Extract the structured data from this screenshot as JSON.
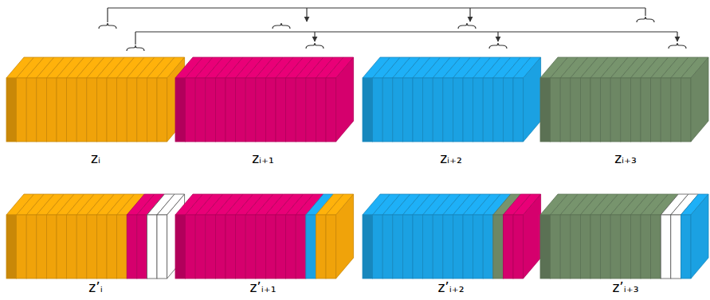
{
  "diagram": {
    "labels": [
      "zᵢ",
      "zᵢ₊₁",
      "zᵢ₊₂",
      "zᵢ₊₃",
      "z’ᵢ",
      "z’ᵢ₊₁",
      "z’ᵢ₊₂",
      "z’ᵢ₊₃"
    ]
  }
}
